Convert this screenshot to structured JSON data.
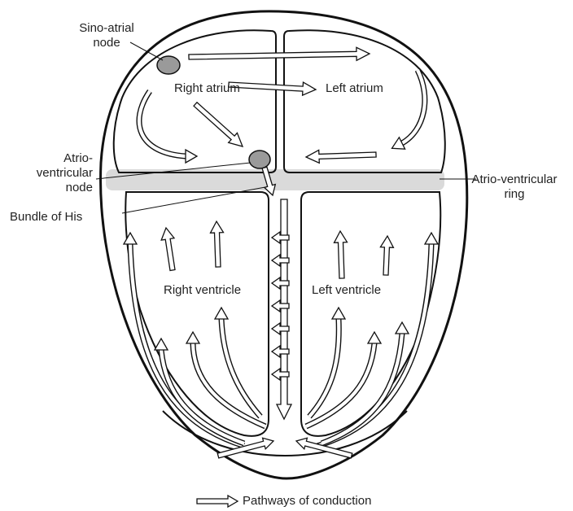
{
  "labels": {
    "sino_atrial_node": "Sino-atrial\nnode",
    "right_atrium": "Right atrium",
    "left_atrium": "Left atrium",
    "atrio_ventricular_node": "Atrio-\nventricular\nnode",
    "atrio_ventricular_ring": "Atrio-ventricular\nring",
    "bundle_of_his": "Bundle of His",
    "right_ventricle": "Right ventricle",
    "left_ventricle": "Left ventricle"
  },
  "legend": {
    "text": "Pathways of conduction"
  },
  "colors": {
    "outline": "#111111",
    "node_fill": "#9a9a9a",
    "ring_fill": "#dadada",
    "arrow_fill": "#ffffff"
  }
}
